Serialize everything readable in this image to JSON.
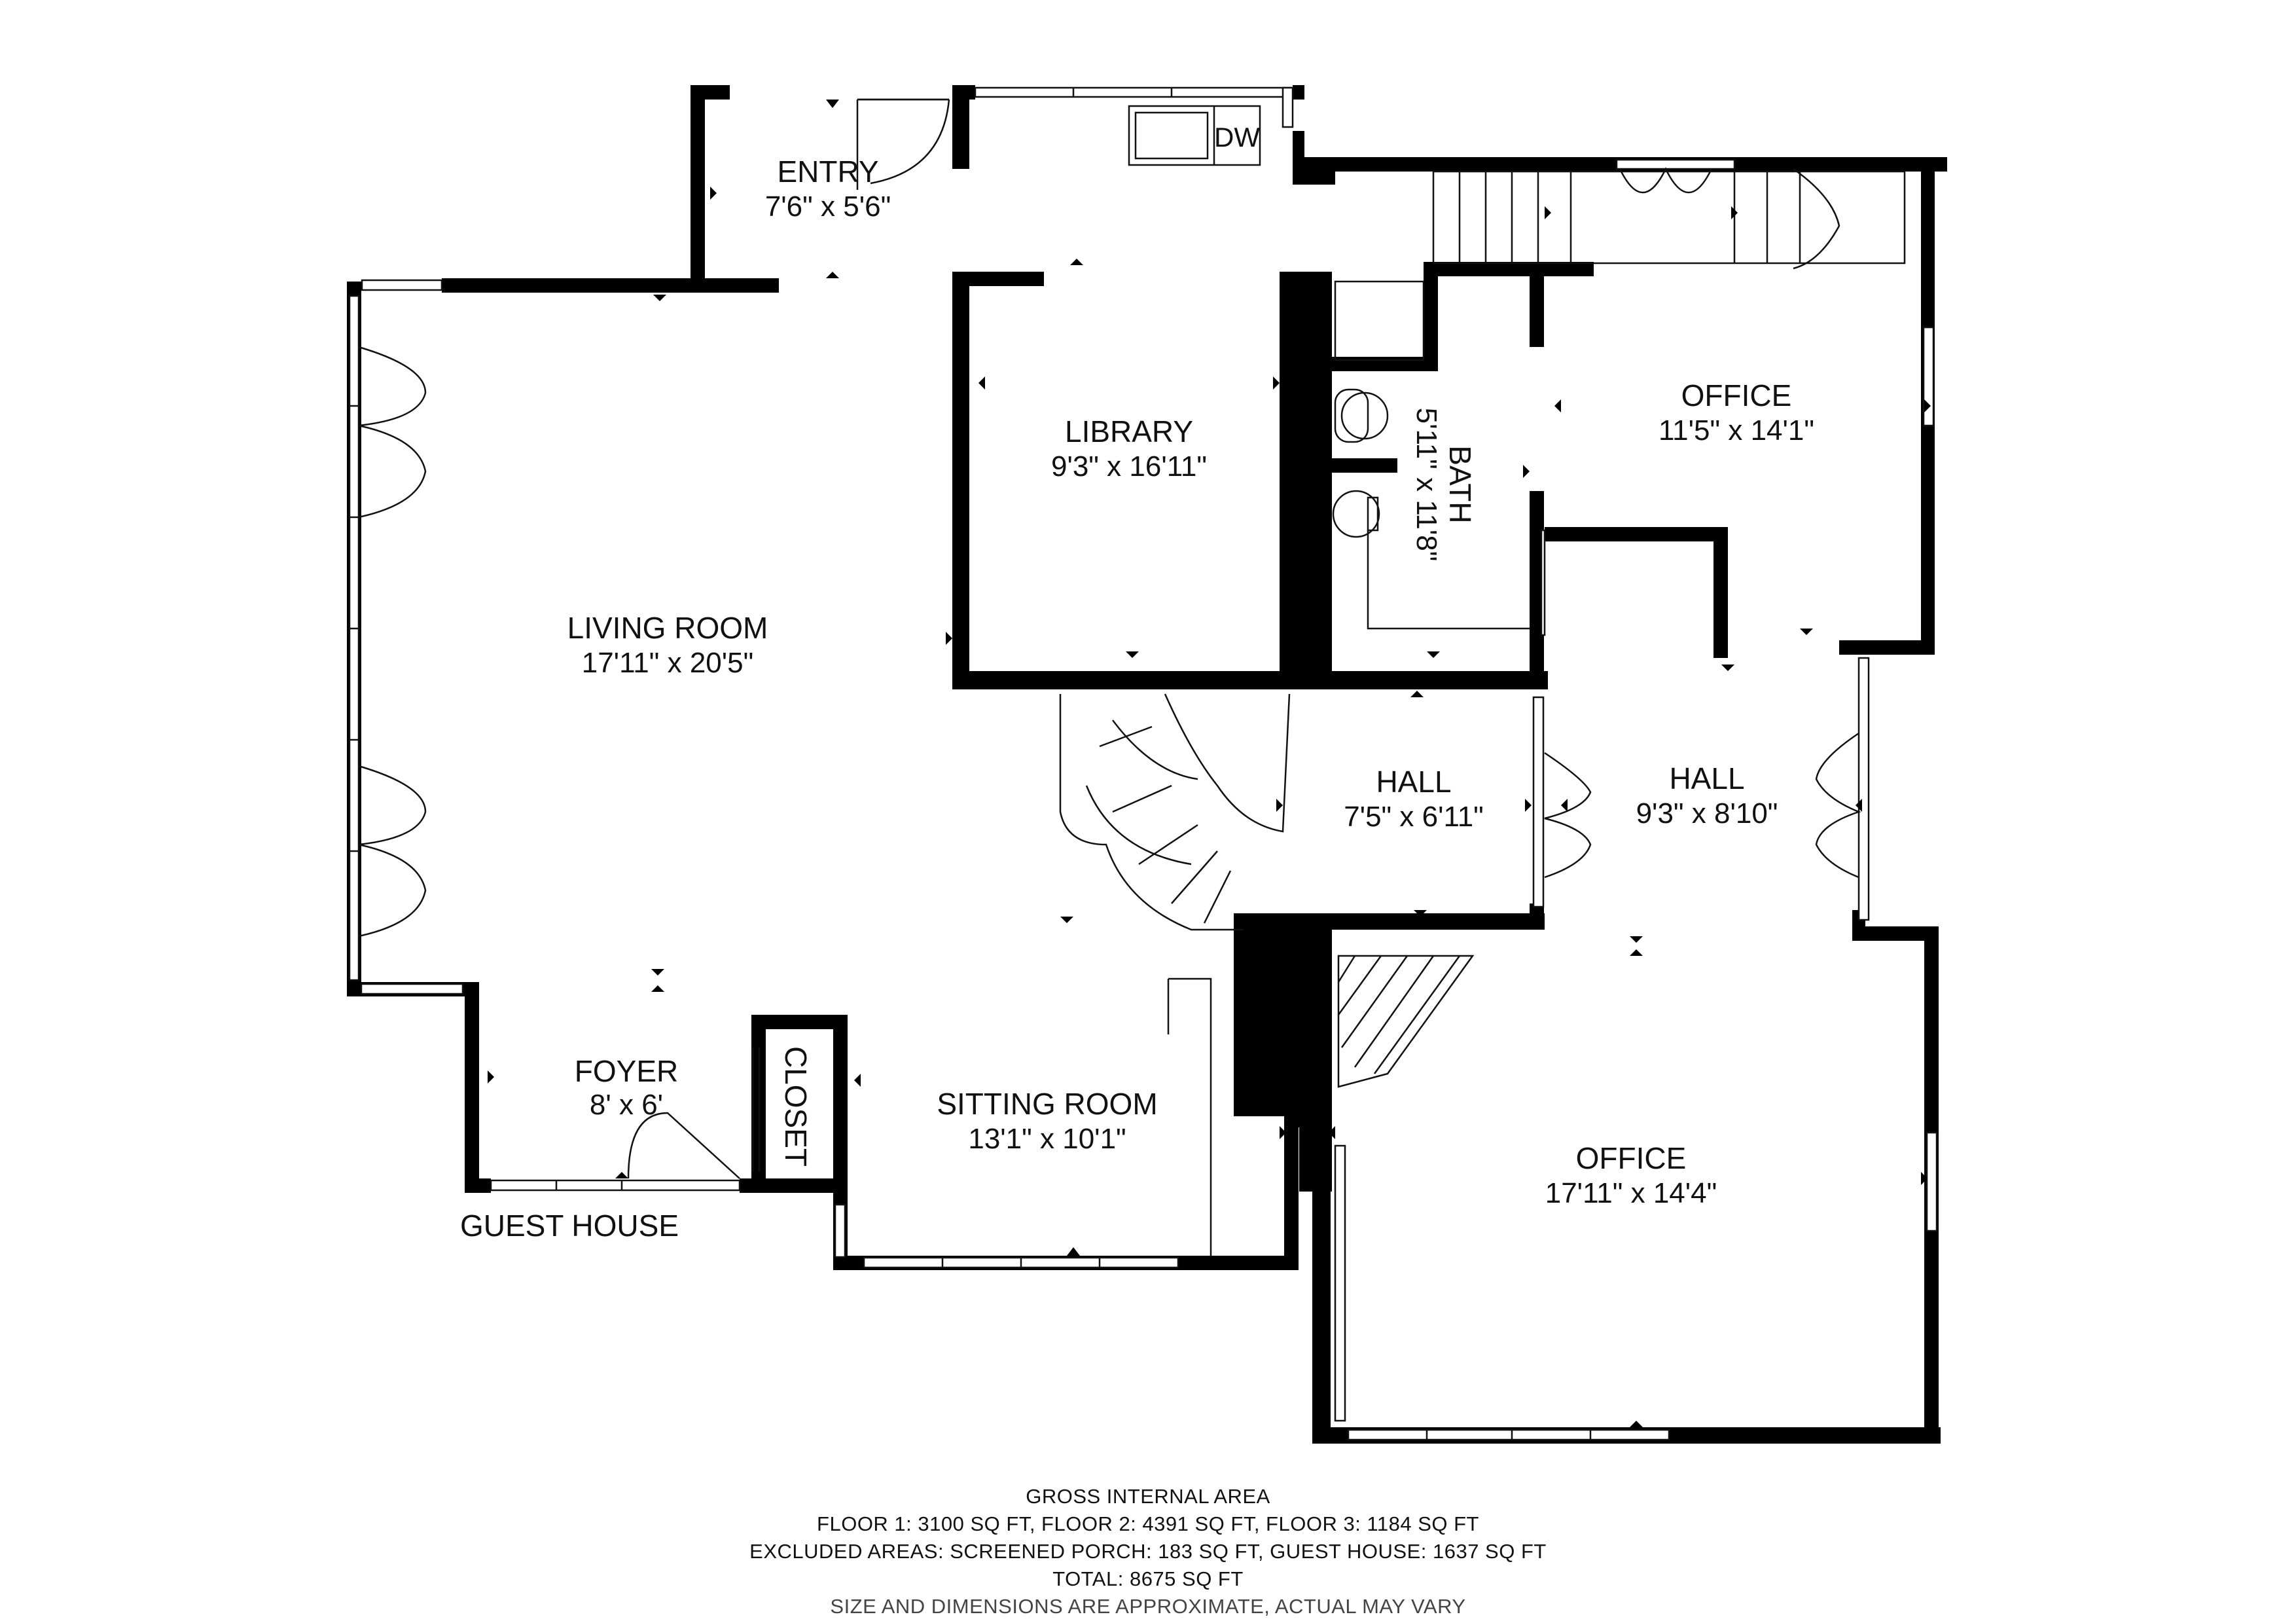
{
  "rooms": {
    "entry": {
      "name": "ENTRY",
      "dims": "7'6\" x 5'6\""
    },
    "library": {
      "name": "LIBRARY",
      "dims": "9'3\" x 16'11\""
    },
    "office_top": {
      "name": "OFFICE",
      "dims": "11'5\" x 14'1\""
    },
    "bath": {
      "name": "BATH",
      "dims": "5'11\" x 11'8\""
    },
    "living_room": {
      "name": "LIVING ROOM",
      "dims": "17'11\" x 20'5\""
    },
    "hall_left": {
      "name": "HALL",
      "dims": "7'5\" x 6'11\""
    },
    "hall_right": {
      "name": "HALL",
      "dims": "9'3\" x 8'10\""
    },
    "foyer": {
      "name": "FOYER",
      "dims": "8' x 6'"
    },
    "closet": {
      "name": "CLOSET"
    },
    "sitting_room": {
      "name": "SITTING ROOM",
      "dims": "13'1\" x 10'1\""
    },
    "office_bottom": {
      "name": "OFFICE",
      "dims": "17'11\" x 14'4\""
    }
  },
  "fixtures": {
    "dishwasher": "DW"
  },
  "annotations": {
    "guest_house": "GUEST HOUSE"
  },
  "footer": {
    "heading": "GROSS INTERNAL AREA",
    "floors": "FLOOR 1: 3100 SQ FT, FLOOR 2: 4391 SQ FT, FLOOR 3: 1184 SQ FT",
    "excluded": "EXCLUDED AREAS: SCREENED PORCH: 183 SQ FT, GUEST HOUSE: 1637 SQ FT",
    "total": "TOTAL: 8675 SQ FT",
    "note": "SIZE AND DIMENSIONS ARE APPROXIMATE, ACTUAL MAY VARY"
  },
  "colors": {
    "wall": "#000000",
    "background": "#ffffff",
    "text": "#111111"
  }
}
